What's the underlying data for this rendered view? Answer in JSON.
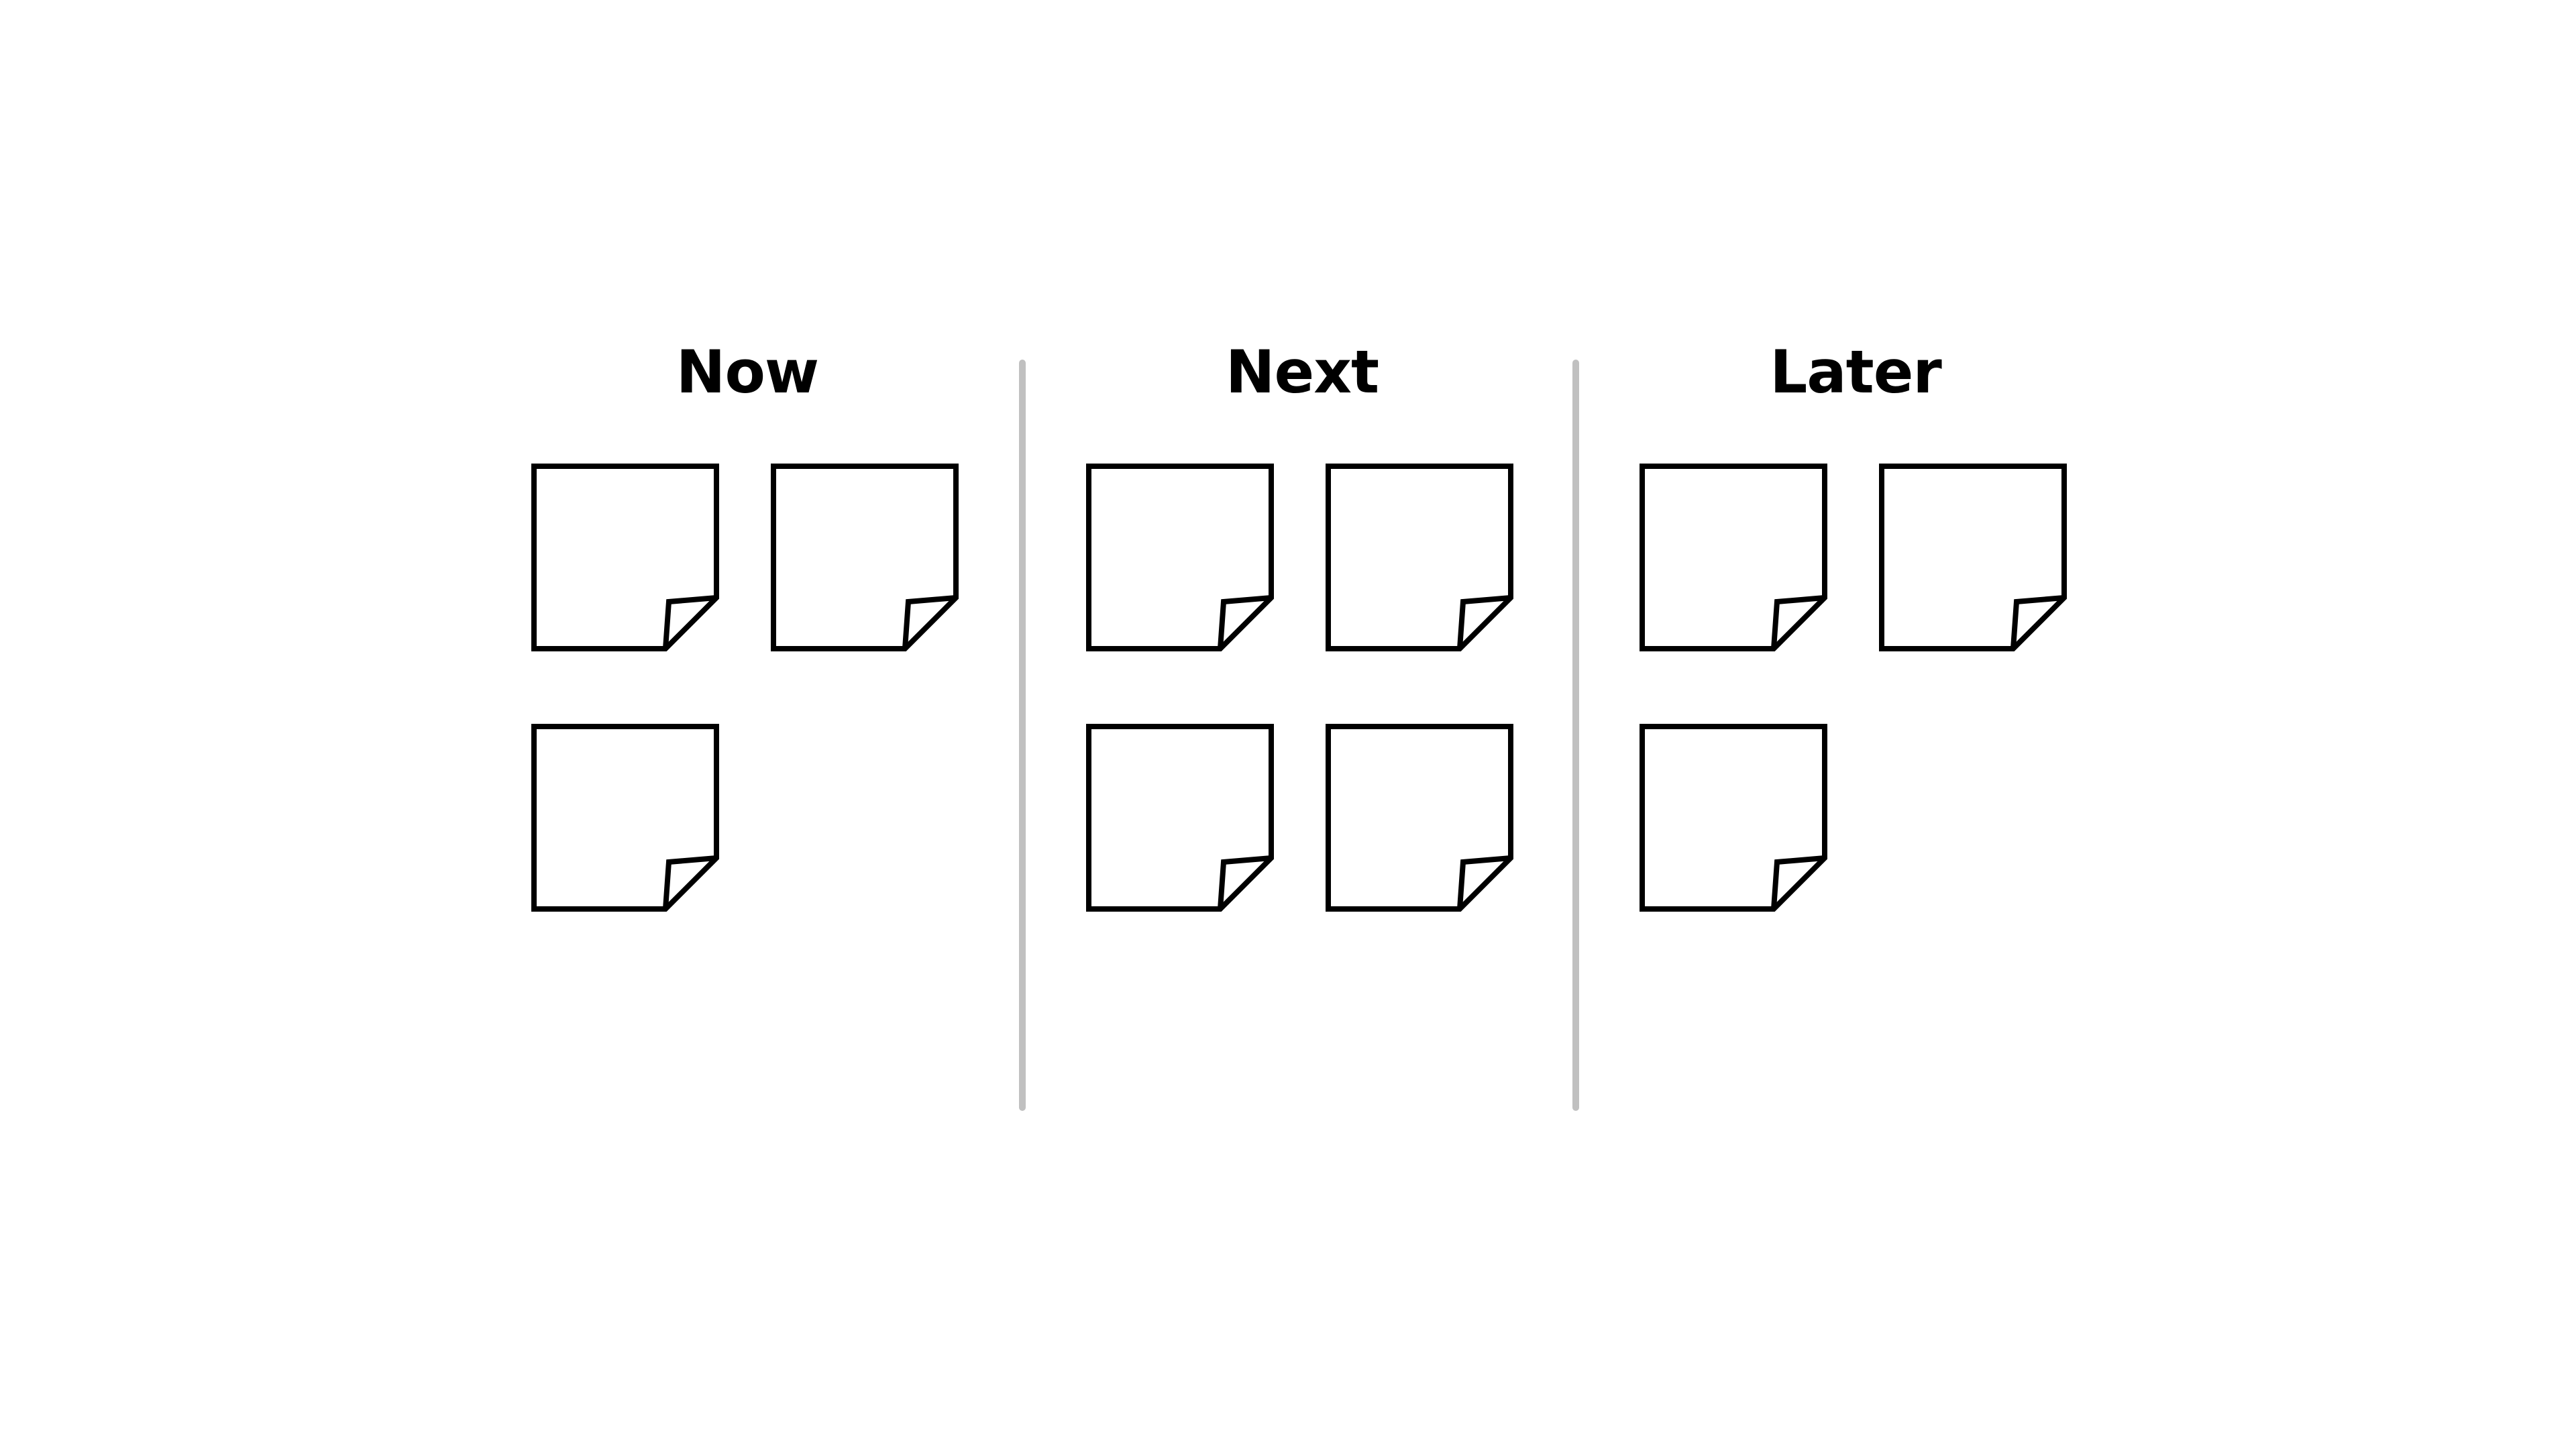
{
  "board": {
    "columns": [
      {
        "title": "Now",
        "note_count": 3
      },
      {
        "title": "Next",
        "note_count": 4
      },
      {
        "title": "Later",
        "note_count": 3
      }
    ]
  },
  "colors": {
    "note_stroke": "#000000",
    "note_fill": "#ffffff",
    "divider": "#c0c0c0",
    "background": "#ffffff"
  },
  "icons": {
    "note": "sticky-note-icon"
  }
}
